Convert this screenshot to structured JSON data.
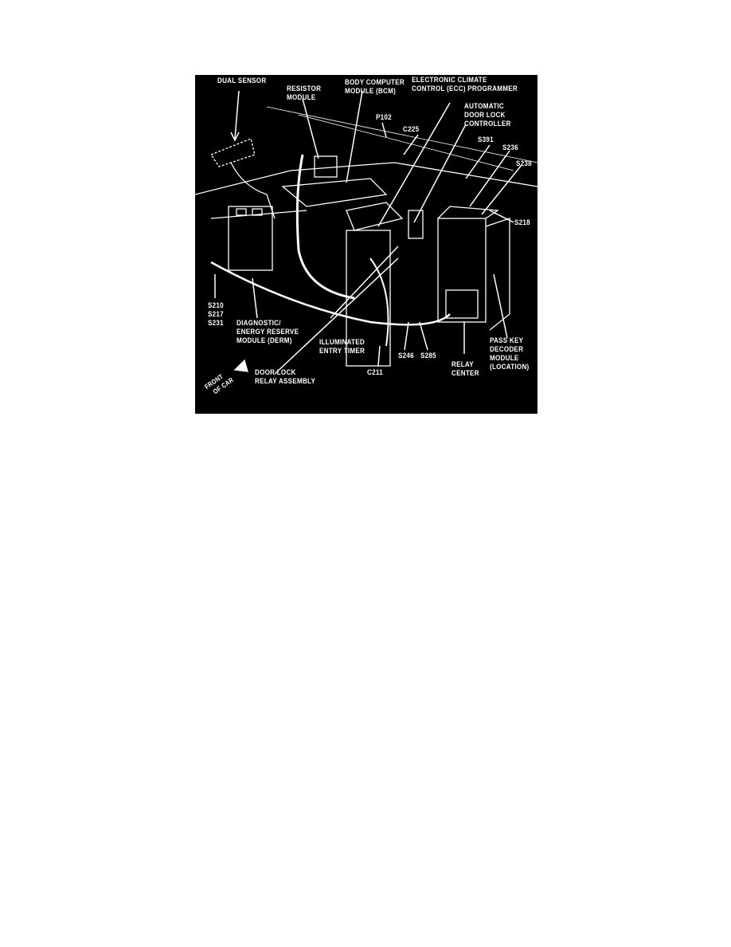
{
  "figure": {
    "labels": {
      "dual_sensor": "DUAL SENSOR",
      "resistor_module": [
        "RESISTOR",
        "MODULE"
      ],
      "bcm": [
        "BODY COMPUTER",
        "MODULE (BCM)"
      ],
      "ecc": [
        "ELECTRONIC CLIMATE",
        "CONTROL (ECC) PROGRAMMER"
      ],
      "door_lock_controller": [
        "AUTOMATIC",
        "DOOR LOCK",
        "CONTROLLER"
      ],
      "p102": "P102",
      "c225": "C225",
      "s391": "S391",
      "s236": "S236",
      "s238": "S238",
      "s218": "S218",
      "splices_left": [
        "S210",
        "S217",
        "S231"
      ],
      "derm": [
        "DIAGNOSTIC/",
        "ENERGY RESERVE",
        "MODULE (DERM)"
      ],
      "illuminated_entry_timer": [
        "ILLUMINATED",
        "ENTRY TIMER"
      ],
      "s246": "S246",
      "s285": "S285",
      "c211": "C211",
      "relay_center": [
        "RELAY",
        "CENTER"
      ],
      "pass_key": [
        "PASS KEY",
        "DECODER",
        "MODULE",
        "(LOCATION)"
      ],
      "door_lock_relay": [
        "DOOR LOCK",
        "RELAY ASSEMBLY"
      ],
      "front_of_car": [
        "FRONT",
        "OF CAR"
      ]
    }
  }
}
